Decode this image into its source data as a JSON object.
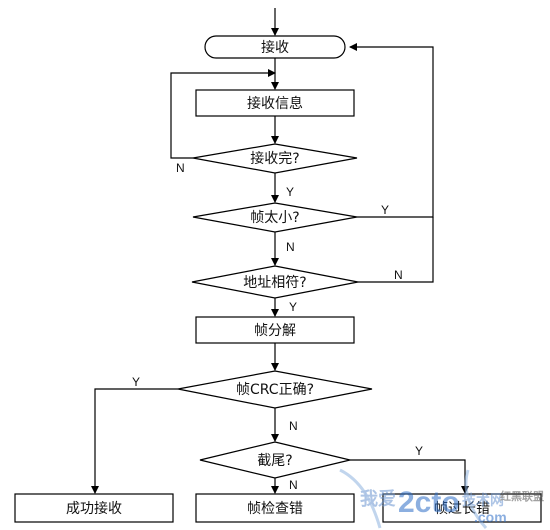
{
  "nodes": {
    "receive": "接收",
    "receive_info": "接收信息",
    "receive_done": "接收完?",
    "frame_too_small": "帧太小?",
    "address_match": "地址相符?",
    "frame_decompose": "帧分解",
    "frame_crc_ok": "帧CRC正确?",
    "truncated": "截尾?",
    "receive_success": "成功接收",
    "frame_check_error": "帧检查错",
    "frame_too_long": "帧过长错"
  },
  "edge_labels": {
    "receive_done_no": "N",
    "receive_done_yes": "Y",
    "too_small_yes": "Y",
    "too_small_no": "N",
    "address_no": "N",
    "address_yes": "Y",
    "crc_yes": "Y",
    "crc_no": "N",
    "truncated_yes": "Y",
    "truncated_no": "N"
  },
  "watermark": {
    "text_left": "我爱",
    "text_logo": "2cto",
    "text_right": "技术网",
    "text_domain": ".com",
    "text_tag": "红黑联盟"
  }
}
